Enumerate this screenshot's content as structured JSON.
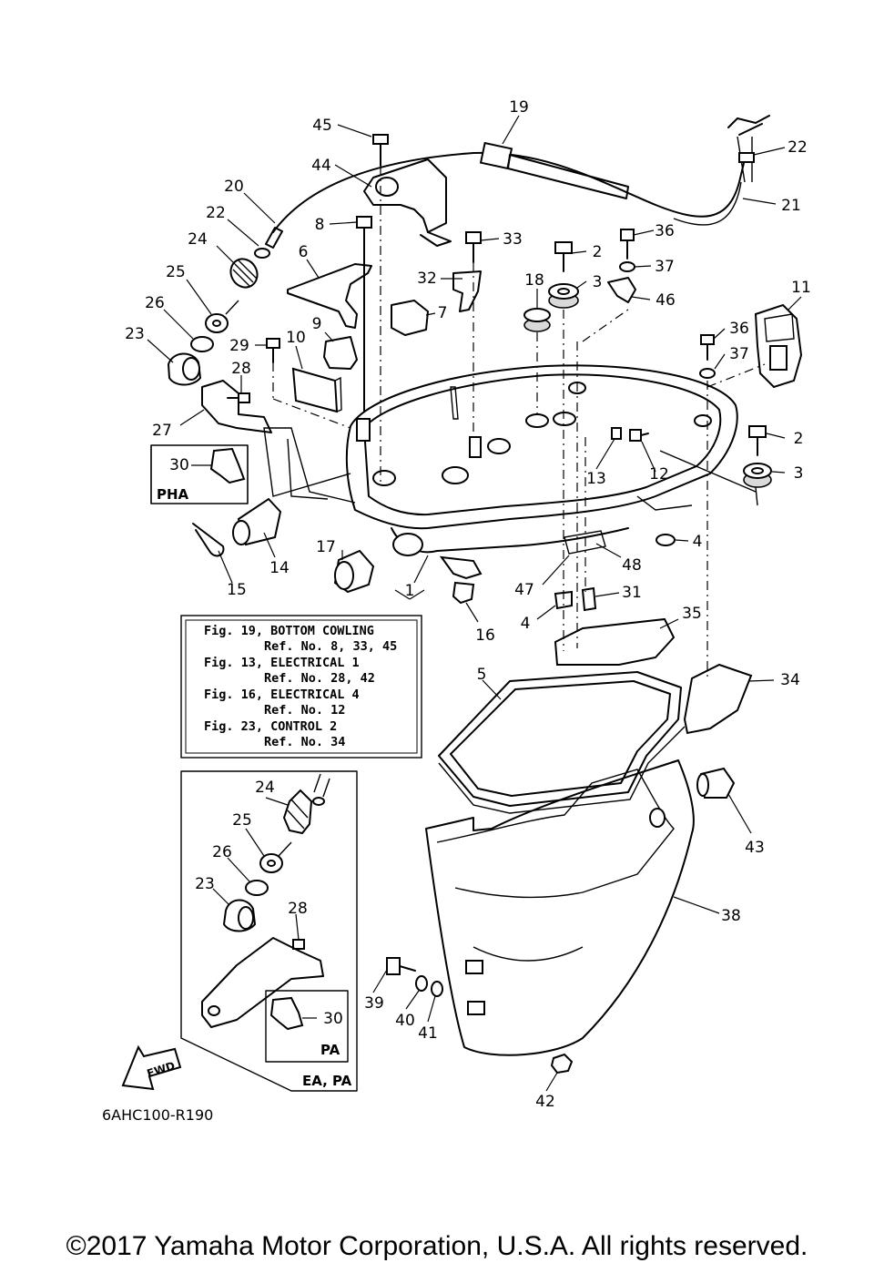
{
  "callouts": {
    "n45": "45",
    "n19": "19",
    "n22a": "22",
    "n44": "44",
    "n20": "20",
    "n21": "21",
    "n22b": "22",
    "n8": "8",
    "n33": "33",
    "n36a": "36",
    "n24": "24",
    "n6": "6",
    "n2a": "2",
    "n37a": "37",
    "n25": "25",
    "n32": "32",
    "n18": "18",
    "n3a": "3",
    "n11": "11",
    "n26": "26",
    "n7": "7",
    "n46": "46",
    "n9": "9",
    "n36b": "36",
    "n23": "23",
    "n29": "29",
    "n10": "10",
    "n37b": "37",
    "n28": "28",
    "n27": "27",
    "n2b": "2",
    "n30": "30",
    "n13": "13",
    "n12": "12",
    "n3b": "3",
    "n14": "14",
    "n4a": "4",
    "n17": "17",
    "n48": "48",
    "n15": "15",
    "n47": "47",
    "n31": "31",
    "n1": "1",
    "n4b": "4",
    "n16": "16",
    "n35": "35",
    "n5": "5",
    "n34": "34",
    "n43": "43",
    "n38": "38",
    "n39": "39",
    "n40": "40",
    "n41": "41",
    "n42": "42",
    "i24": "24",
    "i25": "25",
    "i26": "26",
    "i23": "23",
    "i28": "28",
    "i30": "30"
  },
  "pha_box": {
    "label": "PHA"
  },
  "inset_box": {
    "label": "EA, PA",
    "pa_label": "PA"
  },
  "reference_box": {
    "lines": [
      "Fig. 19, BOTTOM COWLING",
      "Ref. No. 8, 33, 45",
      "Fig. 13, ELECTRICAL 1",
      "Ref. No. 28, 42",
      "Fig. 16, ELECTRICAL 4",
      "Ref. No. 12",
      "Fig. 23, CONTROL 2",
      "Ref. No. 34"
    ]
  },
  "fwd_arrow": {
    "label": "FWD"
  },
  "diagram_code": "6AHC100-R190",
  "copyright": "©2017 Yamaha Motor Corporation, U.S.A. All rights reserved."
}
